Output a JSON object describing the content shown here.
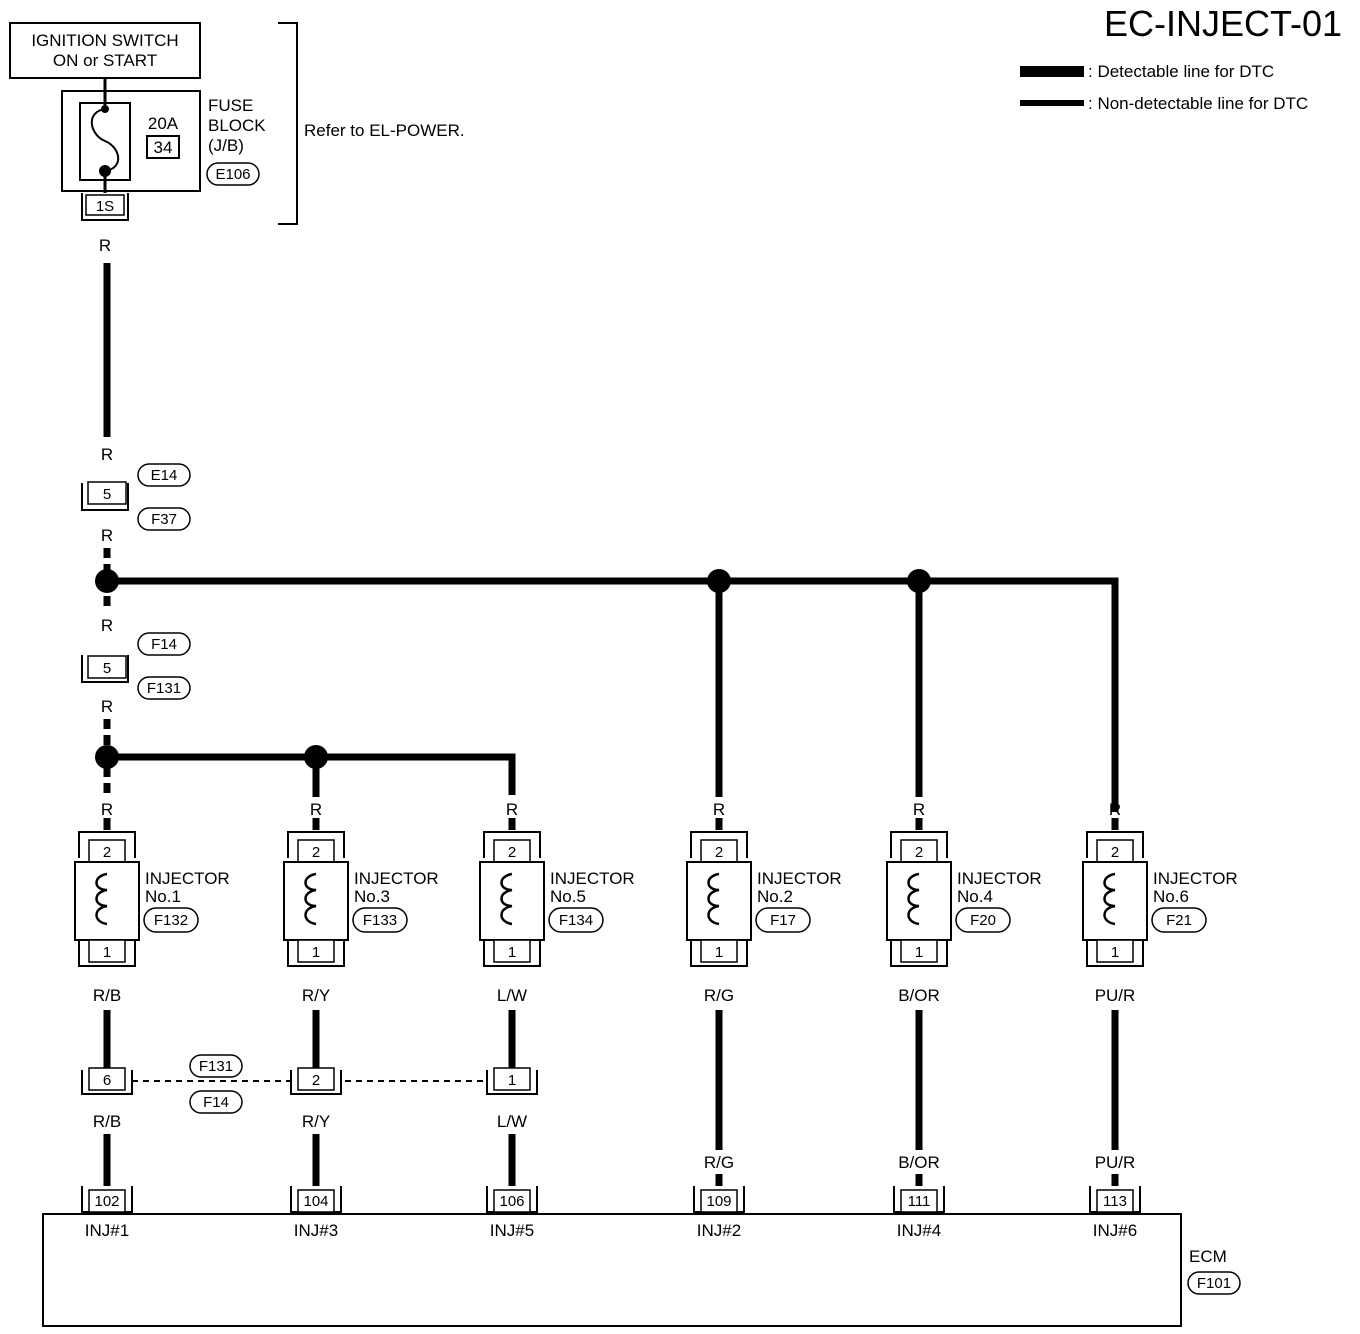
{
  "page": {
    "code": "EC-INJECT-01"
  },
  "legend": {
    "detectable": ": Detectable line for DTC",
    "non_detectable": ": Non-detectable line for DTC"
  },
  "power": {
    "switch_line1": "IGNITION SWITCH",
    "switch_line2": "ON or START",
    "fuse_rating": "20A",
    "fuse_number": "34",
    "fuse_block_line1": "FUSE",
    "fuse_block_line2": "BLOCK",
    "fuse_block_line3": "(J/B)",
    "fuse_block_connector": "E106",
    "fuse_terminal": "1S",
    "refer": "Refer to EL-POWER."
  },
  "trunk": {
    "wire_color": "R",
    "joint1": {
      "terminal": "5",
      "connector_top": "E14",
      "connector_bottom": "F37"
    },
    "joint2": {
      "terminal": "5",
      "connector_top": "F14",
      "connector_bottom": "F131"
    }
  },
  "injectors": [
    {
      "name_line1": "INJECTOR",
      "name_line2": "No.1",
      "connector": "F132",
      "pin_top": "2",
      "pin_bottom": "1",
      "supply_color": "R",
      "signal_color": "R/B",
      "signal_color_2": "R/B",
      "joint_terminal": "6",
      "ecm_terminal": "102",
      "ecm_label": "INJ#1"
    },
    {
      "name_line1": "INJECTOR",
      "name_line2": "No.3",
      "connector": "F133",
      "pin_top": "2",
      "pin_bottom": "1",
      "supply_color": "R",
      "signal_color": "R/Y",
      "signal_color_2": "R/Y",
      "joint_terminal": "2",
      "ecm_terminal": "104",
      "ecm_label": "INJ#3"
    },
    {
      "name_line1": "INJECTOR",
      "name_line2": "No.5",
      "connector": "F134",
      "pin_top": "2",
      "pin_bottom": "1",
      "supply_color": "R",
      "signal_color": "L/W",
      "signal_color_2": "L/W",
      "joint_terminal": "1",
      "ecm_terminal": "106",
      "ecm_label": "INJ#5"
    },
    {
      "name_line1": "INJECTOR",
      "name_line2": "No.2",
      "connector": "F17",
      "pin_top": "2",
      "pin_bottom": "1",
      "supply_color": "R",
      "signal_color": "R/G",
      "signal_color_2": "R/G",
      "ecm_terminal": "109",
      "ecm_label": "INJ#2"
    },
    {
      "name_line1": "INJECTOR",
      "name_line2": "No.4",
      "connector": "F20",
      "pin_top": "2",
      "pin_bottom": "1",
      "supply_color": "R",
      "signal_color": "B/OR",
      "signal_color_2": "B/OR",
      "ecm_terminal": "111",
      "ecm_label": "INJ#4"
    },
    {
      "name_line1": "INJECTOR",
      "name_line2": "No.6",
      "connector": "F21",
      "pin_top": "2",
      "pin_bottom": "1",
      "supply_color": "R",
      "signal_color": "PU/R",
      "signal_color_2": "PU/R",
      "ecm_terminal": "113",
      "ecm_label": "INJ#6"
    }
  ],
  "signal_joint": {
    "connector_top": "F131",
    "connector_bottom": "F14"
  },
  "ecm": {
    "name": "ECM",
    "connector": "F101"
  }
}
